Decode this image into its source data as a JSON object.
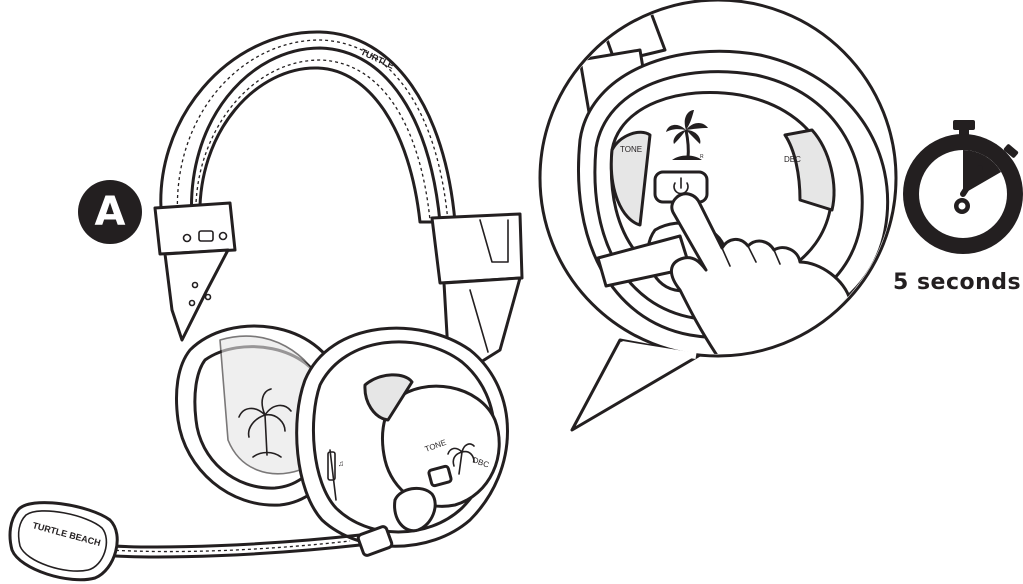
{
  "callout": {
    "letter": "A"
  },
  "timer": {
    "label": "5 seconds"
  },
  "zoom_panel": {
    "left_label": "TONE",
    "right_label": "DBC"
  },
  "headset": {
    "mic_brand": "TURTLE BEACH",
    "side_tone_label": "TONE",
    "side_dbc_label": "DBC"
  },
  "icons": [
    "headset-illustration",
    "power-button-icon",
    "palm-tree-logo-icon",
    "pointing-hand-icon",
    "stopwatch-icon",
    "microphone-boom"
  ]
}
